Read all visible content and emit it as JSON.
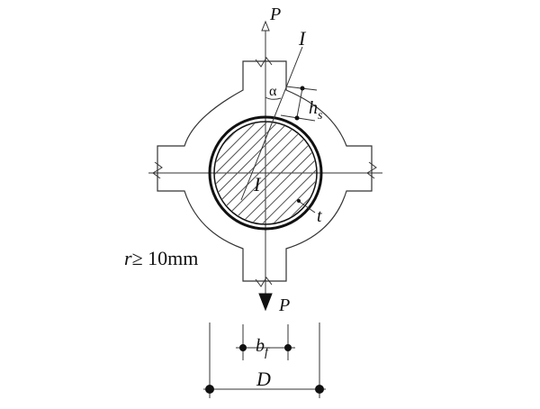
{
  "labels": {
    "load_top": "P",
    "load_bottom": "P",
    "section_top": "I",
    "section_center": "I",
    "angle": "α",
    "weld_h": "h",
    "weld_h_sub": "s",
    "thickness": "t",
    "radius_prefix": "r",
    "radius_value": "≥ 10mm",
    "flange_b": "b",
    "flange_b_sub": "f",
    "diameter": "D"
  },
  "colors": {
    "stroke": "#222222",
    "hatch": "#555555"
  }
}
